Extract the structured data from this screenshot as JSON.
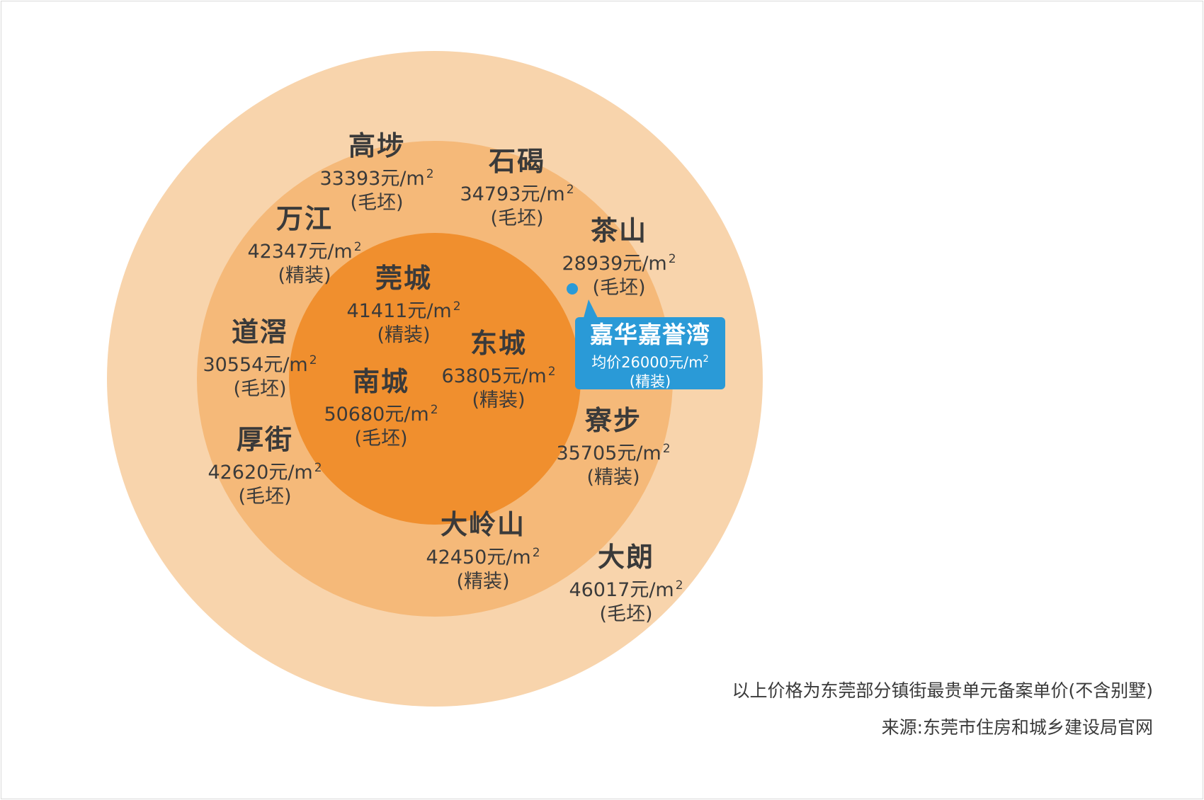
{
  "colors": {
    "outer_ring": "#f8d4ac",
    "middle_ring": "#f5b979",
    "inner_core": "#f08f2e",
    "callout": "#2a9ad7",
    "text": "#3a3a3a"
  },
  "towns": [
    {
      "id": "gaobu",
      "name": "高埗",
      "price": "33393元/m",
      "exp": "2",
      "finish": "(毛坯)"
    },
    {
      "id": "shijie",
      "name": "石碣",
      "price": "34793元/m",
      "exp": "2",
      "finish": "(毛坯)"
    },
    {
      "id": "wanjiang",
      "name": "万江",
      "price": "42347元/m",
      "exp": "2",
      "finish": "(精装)"
    },
    {
      "id": "chashan",
      "name": "茶山",
      "price": "28939元/m",
      "exp": "2",
      "finish": "(毛坯)"
    },
    {
      "id": "guancheng",
      "name": "莞城",
      "price": "41411元/m",
      "exp": "2",
      "finish": "(精装)"
    },
    {
      "id": "daojiao",
      "name": "道滘",
      "price": "30554元/m",
      "exp": "2",
      "finish": "(毛坯)"
    },
    {
      "id": "dongcheng",
      "name": "东城",
      "price": "63805元/m",
      "exp": "2",
      "finish": "(精装)"
    },
    {
      "id": "nancheng",
      "name": "南城",
      "price": "50680元/m",
      "exp": "2",
      "finish": "(毛坯)"
    },
    {
      "id": "liaobu",
      "name": "寮步",
      "price": "35705元/m",
      "exp": "2",
      "finish": "(精装)"
    },
    {
      "id": "houjie",
      "name": "厚街",
      "price": "42620元/m",
      "exp": "2",
      "finish": "(毛坯)"
    },
    {
      "id": "dalingshan",
      "name": "大岭山",
      "price": "42450元/m",
      "exp": "2",
      "finish": "(精装)"
    },
    {
      "id": "dalang",
      "name": "大朗",
      "price": "46017元/m",
      "exp": "2",
      "finish": "(毛坯)"
    }
  ],
  "callout": {
    "title": "嘉华嘉誉湾",
    "price": "均价26000元/m",
    "exp": "2",
    "finish": "(精装)"
  },
  "notes": {
    "line1": "以上价格为东莞部分镇街最贵单元备案单价(不含别墅)",
    "line2": "来源:东莞市住房和城乡建设局官网"
  }
}
